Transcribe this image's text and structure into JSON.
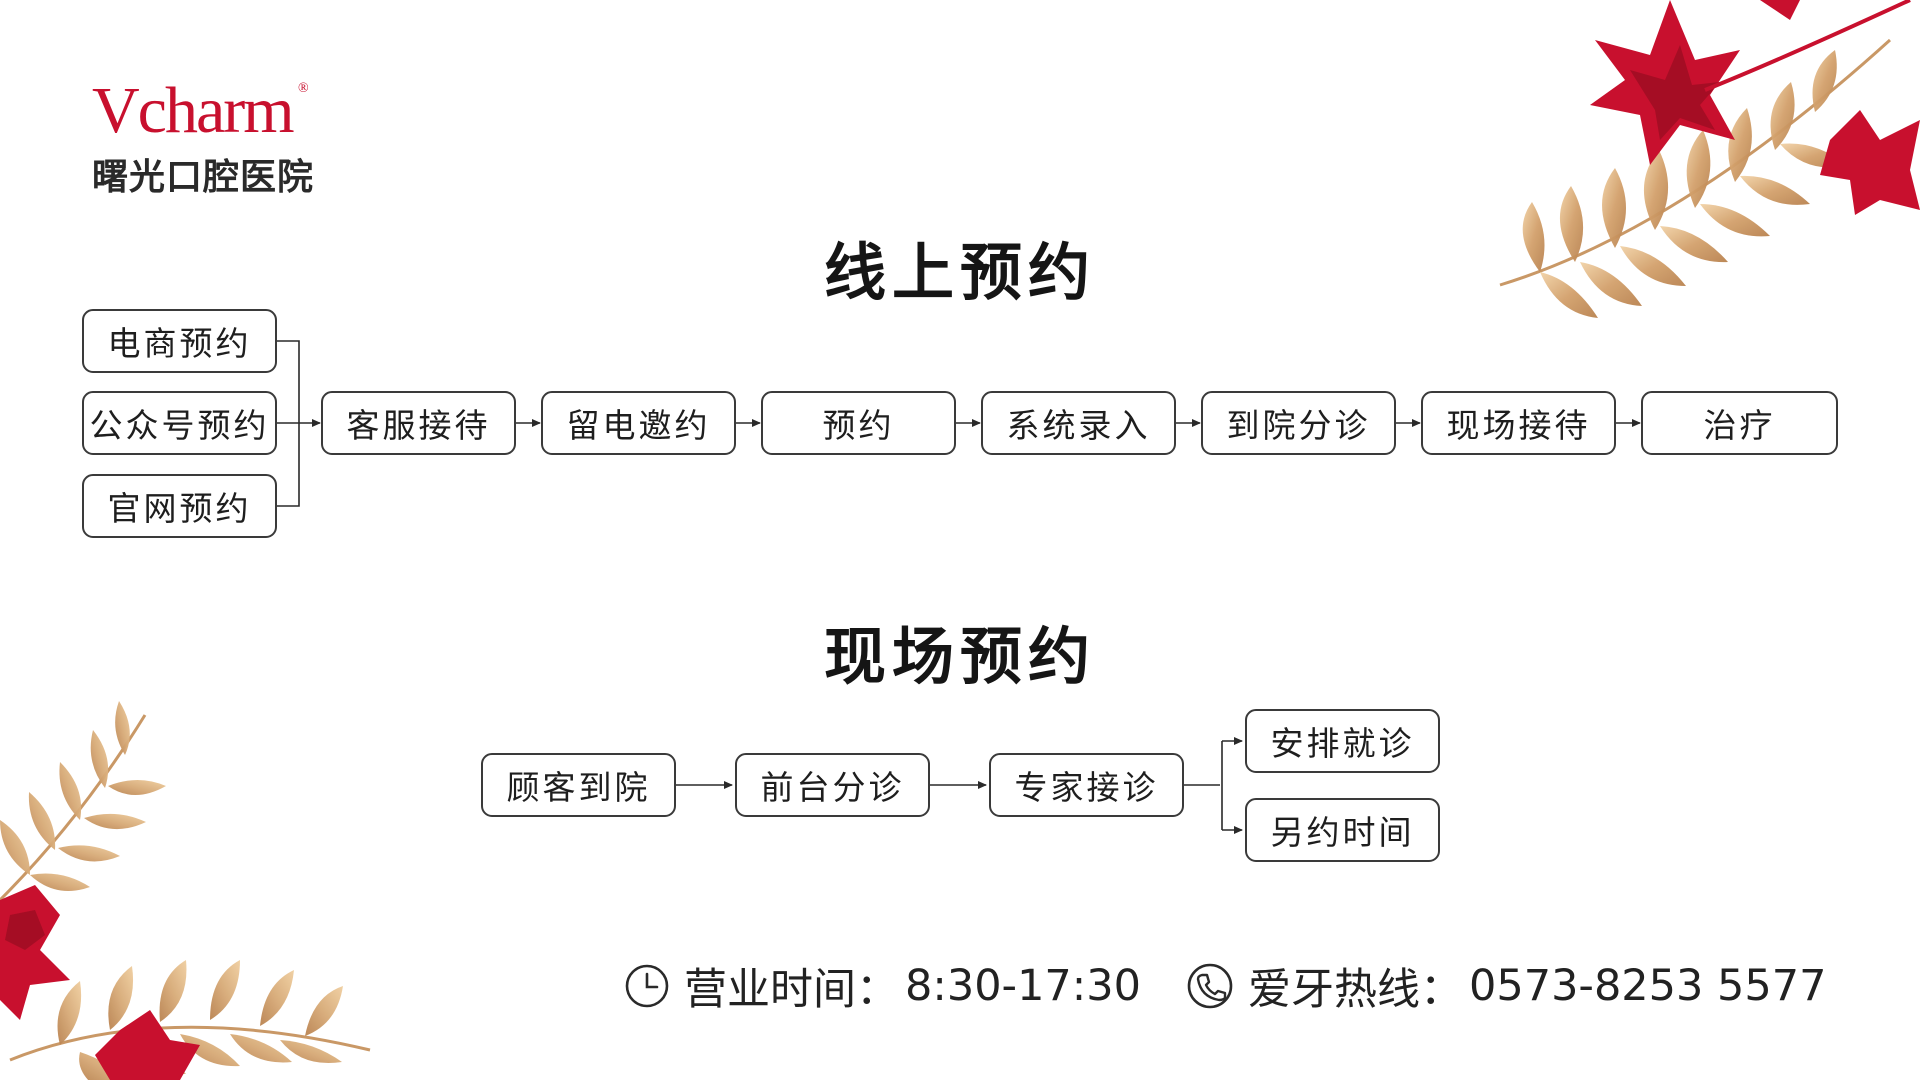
{
  "logo": {
    "brand": "Vcharm",
    "registered": "®",
    "name": "曙光口腔医院"
  },
  "online": {
    "title": "线上预约",
    "sources": [
      "电商预约",
      "公众号预约",
      "官网预约"
    ],
    "steps": [
      "客服接待",
      "留电邀约",
      "预约",
      "系统录入",
      "到院分诊",
      "现场接待",
      "治疗"
    ]
  },
  "onsite": {
    "title": "现场预约",
    "steps": [
      "顾客到院",
      "前台分诊",
      "专家接诊"
    ],
    "outcomes": [
      "安排就诊",
      "另约时间"
    ]
  },
  "footer": {
    "hours_label": "营业时间：",
    "hours_value": "8:30-17:30",
    "hotline_label": "爱牙热线：",
    "hotline_value": "0573-8253 5577",
    "icons": [
      "clock-icon",
      "phone-icon"
    ]
  },
  "colors": {
    "brand_red": "#c8102e",
    "flower_red": "#c8102e",
    "leaf_gold": "#d4a574",
    "border": "#3a3a3a"
  }
}
